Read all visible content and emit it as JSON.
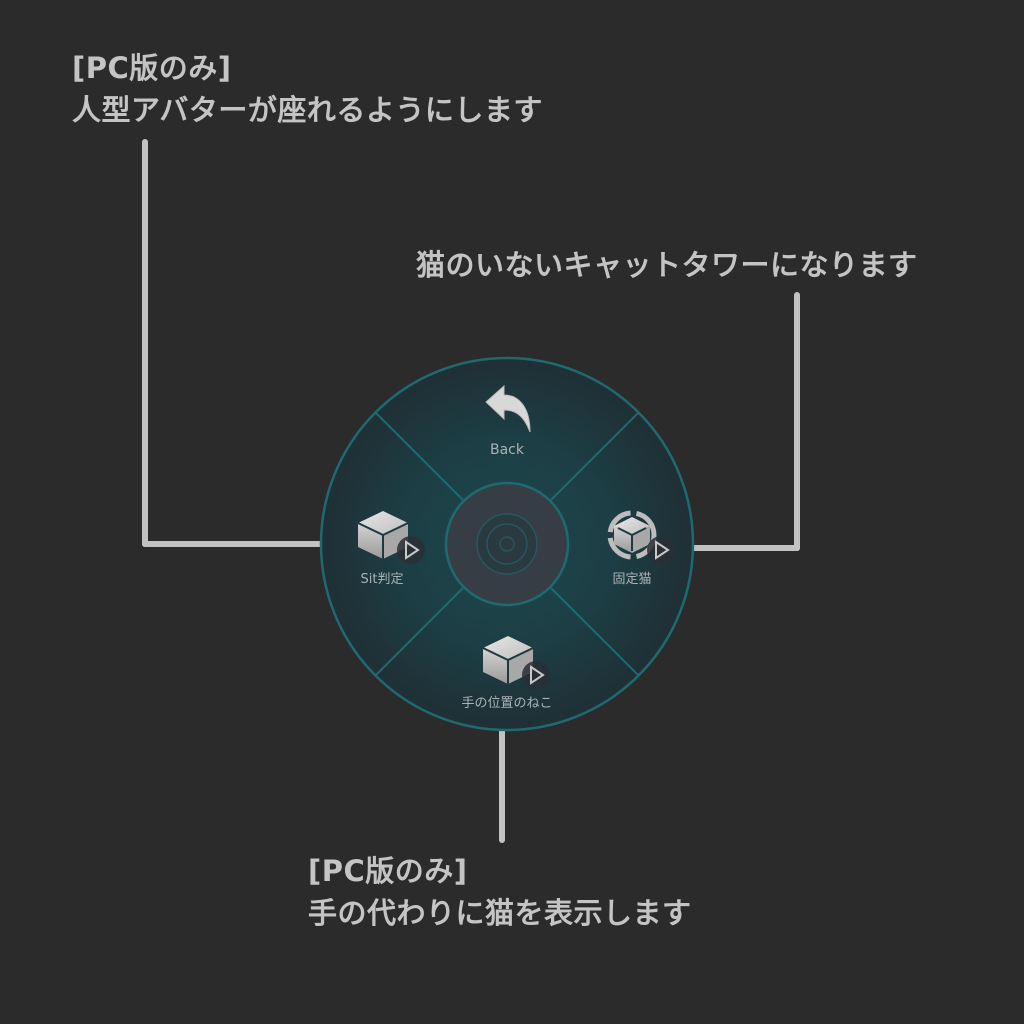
{
  "annotations": {
    "sit": {
      "line1": "[PC版のみ]",
      "line2": "人型アバターが座れるようにします"
    },
    "fixed_cat": {
      "line1": "猫のいないキャットタワーになります"
    },
    "hand_cat": {
      "line1": "[PC版のみ]",
      "line2": "手の代わりに猫を表示します"
    }
  },
  "radial_menu": {
    "items": [
      {
        "id": "back",
        "label": "Back",
        "icon": "back-arrow-icon",
        "position": "top"
      },
      {
        "id": "sit",
        "label": "Sit判定",
        "icon": "cube-icon",
        "submenu": true,
        "position": "left"
      },
      {
        "id": "fixed_cat",
        "label": "固定猫",
        "icon": "cube-reset-icon",
        "submenu": true,
        "position": "right"
      },
      {
        "id": "hand_cat",
        "label": "手の位置のねこ",
        "icon": "cube-icon",
        "submenu": true,
        "position": "bottom"
      }
    ]
  },
  "colors": {
    "background": "#2b2b2b",
    "annotation_text": "#c4c4c4",
    "ring_stroke": "#1f6a70",
    "menu_fill": "#1e3a3f",
    "center_fill": "#373d44",
    "label": "#a9b3b5"
  }
}
